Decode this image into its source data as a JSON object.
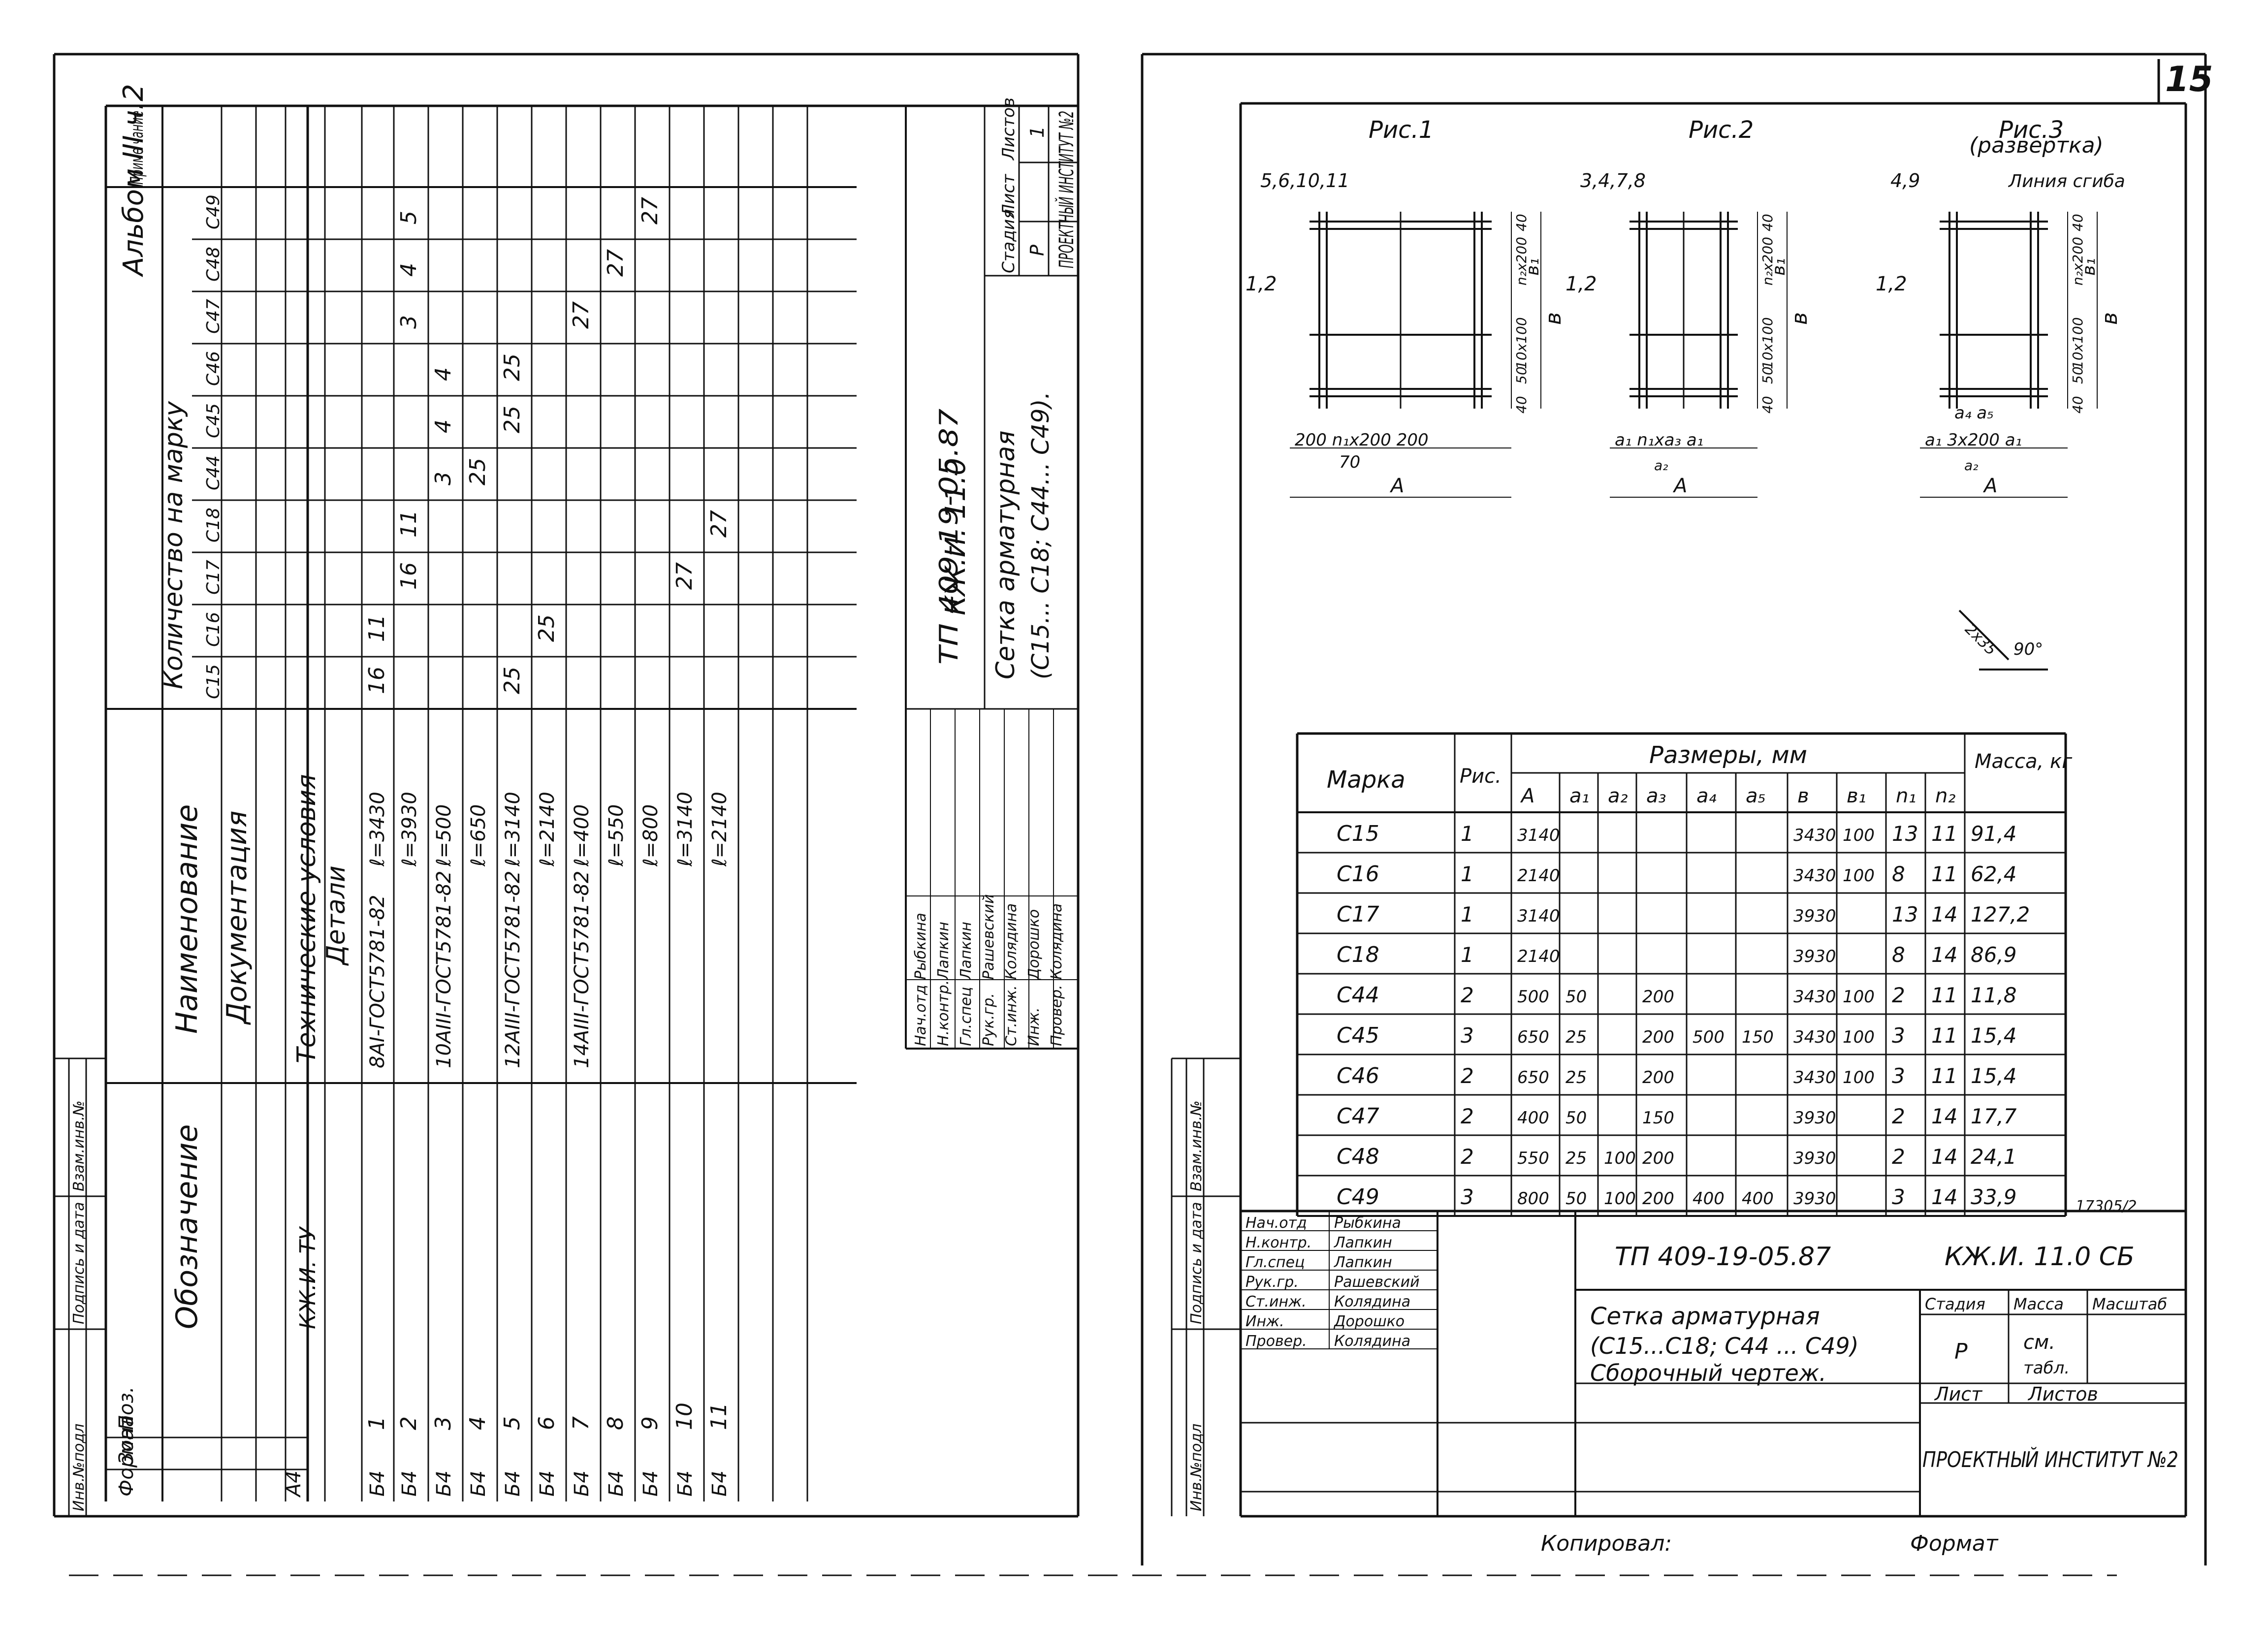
{
  "page_number": "15",
  "left_sheet": {
    "album": "Альбом III ч.2",
    "header": {
      "format": "Формат",
      "zone": "Зона",
      "pos": "Поз.",
      "designation": "Обозначение",
      "name": "Наименование",
      "qty": "Количество на марку",
      "note": "Приме чание"
    },
    "marks": [
      "С15",
      "С16",
      "С17",
      "С18",
      "С44",
      "С45",
      "С46",
      "С47",
      "С48",
      "С49"
    ],
    "sections": {
      "documentation": "Документация",
      "parts": "Детали"
    },
    "doc_row": {
      "format": "А4",
      "designation": "КЖ.И. ТУ",
      "name": "Технические условия"
    },
    "rows": [
      {
        "format": "Б4",
        "pos": "1",
        "name": "8АI-ГОСТ5781-82",
        "len": "ℓ=3430",
        "qty": [
          "16",
          "11",
          "",
          "",
          "",
          "",
          "",
          "",
          "",
          ""
        ]
      },
      {
        "format": "Б4",
        "pos": "2",
        "name": "",
        "len": "ℓ=3930",
        "qty": [
          "",
          "",
          "16",
          "11",
          "",
          "",
          "",
          "3",
          "4",
          "5"
        ]
      },
      {
        "format": "Б4",
        "pos": "3",
        "name": "10АIII-ГОСТ5781-82",
        "len": "ℓ=500",
        "qty": [
          "",
          "",
          "",
          "",
          "3",
          "4",
          "4",
          "",
          "",
          ""
        ]
      },
      {
        "format": "Б4",
        "pos": "4",
        "name": "",
        "len": "ℓ=650",
        "qty": [
          "",
          "",
          "",
          "",
          "25",
          "",
          "",
          "",
          "",
          ""
        ]
      },
      {
        "format": "Б4",
        "pos": "5",
        "name": "12АIII-ГОСТ5781-82",
        "len": "ℓ=3140",
        "qty": [
          "25",
          "",
          "",
          "",
          "",
          "25",
          "25",
          "",
          "",
          ""
        ]
      },
      {
        "format": "Б4",
        "pos": "6",
        "name": "",
        "len": "ℓ=2140",
        "qty": [
          "",
          "25",
          "",
          "",
          "",
          "",
          "",
          "",
          "",
          ""
        ]
      },
      {
        "format": "Б4",
        "pos": "7",
        "name": "14АIII-ГОСТ5781-82",
        "len": "ℓ=400",
        "qty": [
          "",
          "",
          "",
          "",
          "",
          "",
          "",
          "27",
          "",
          ""
        ]
      },
      {
        "format": "Б4",
        "pos": "8",
        "name": "",
        "len": "ℓ=550",
        "qty": [
          "",
          "",
          "",
          "",
          "",
          "",
          "",
          "",
          "27",
          ""
        ]
      },
      {
        "format": "Б4",
        "pos": "9",
        "name": "",
        "len": "ℓ=800",
        "qty": [
          "",
          "",
          "",
          "",
          "",
          "",
          "",
          "",
          "",
          "27"
        ]
      },
      {
        "format": "Б4",
        "pos": "10",
        "name": "",
        "len": "ℓ=3140",
        "qty": [
          "",
          "",
          "27",
          "",
          "",
          "",
          "",
          "",
          "",
          ""
        ]
      },
      {
        "format": "Б4",
        "pos": "11",
        "name": "",
        "len": "ℓ=2140",
        "qty": [
          "",
          "",
          "",
          "27",
          "",
          "",
          "",
          "",
          "",
          ""
        ]
      }
    ],
    "stamp": {
      "code": "КЖ.И. 11.0",
      "project": "ТП 409-19-05.87",
      "title": "Сетка арматурная",
      "title2": "(С15... С18; С44... С49).",
      "stage_h": "Стадия",
      "sheet_h": "Лист",
      "sheets_h": "Листов",
      "stage": "Р",
      "sheets": "1",
      "org": "ПРОЕКТНЫЙ ИНСТИТУТ №2",
      "people": [
        [
          "Нач.отд",
          "Рыбкина"
        ],
        [
          "Н.контр.",
          "Лапкин"
        ],
        [
          "Гл.спец",
          "Лапкин"
        ],
        [
          "Рук.гр.",
          "Рашевский"
        ],
        [
          "Ст.инж.",
          "Колядина"
        ],
        [
          "Инж.",
          "Дорошко"
        ],
        [
          "Провер.",
          "Колядина"
        ]
      ]
    },
    "side": [
      "Инв.№подл",
      "Подпись и дата",
      "Взам.инв.№"
    ]
  },
  "right_sheet": {
    "figures": {
      "fig1": {
        "title": "Рис.1",
        "pos_top": "5,6,10,11",
        "pos_left": "1,2",
        "a_label": "А",
        "bottom": "200  n₁x200  200",
        "offset": "70",
        "b": "в",
        "b1": "в₁",
        "dims": [
          "40",
          "n₂x200",
          "10x100",
          "50",
          "40"
        ]
      },
      "fig2": {
        "title": "Рис.2",
        "pos_top": "3,4,7,8",
        "pos_left": "1,2",
        "a_label": "А",
        "bottom": "a₁  n₁xa₃  a₁",
        "a2": "a₂",
        "b": "в",
        "b1": "в₁",
        "dims": [
          "40",
          "n₂x200",
          "10x100",
          "50",
          "40"
        ]
      },
      "fig3": {
        "title": "Рис.3",
        "subtitle": "(развертка)",
        "pos_top": "4,9",
        "bend": "Линия сгиба",
        "pos_left": "1,2",
        "a_label": "А",
        "bottom": "a₁ 3x200 a₁",
        "a45": "a₄  a₅",
        "a2": "a₂",
        "b": "в",
        "b1": "в₁",
        "dims": [
          "40",
          "n₂x200",
          "10x100",
          "50",
          "40"
        ]
      },
      "bend_detail": {
        "size": "2x35",
        "angle": "90°"
      }
    },
    "table": {
      "h_mark": "Марка",
      "h_fig": "Рис.",
      "h_sizes": "Размеры, мм",
      "h_mass": "Масса, кг",
      "cols": [
        "А",
        "a₁",
        "a₂",
        "a₃",
        "a₄",
        "a₅",
        "в",
        "в₁",
        "n₁",
        "n₂"
      ],
      "rows": [
        [
          "С15",
          "1",
          "3140",
          "",
          "",
          "",
          "",
          "",
          "3430",
          "100",
          "13",
          "11",
          "91,4"
        ],
        [
          "С16",
          "1",
          "2140",
          "",
          "",
          "",
          "",
          "",
          "3430",
          "100",
          "8",
          "11",
          "62,4"
        ],
        [
          "С17",
          "1",
          "3140",
          "",
          "",
          "",
          "",
          "",
          "3930",
          "",
          "13",
          "14",
          "127,2"
        ],
        [
          "С18",
          "1",
          "2140",
          "",
          "",
          "",
          "",
          "",
          "3930",
          "",
          "8",
          "14",
          "86,9"
        ],
        [
          "С44",
          "2",
          "500",
          "50",
          "",
          "200",
          "",
          "",
          "3430",
          "100",
          "2",
          "11",
          "11,8"
        ],
        [
          "С45",
          "3",
          "650",
          "25",
          "",
          "200",
          "500",
          "150",
          "3430",
          "100",
          "3",
          "11",
          "15,4"
        ],
        [
          "С46",
          "2",
          "650",
          "25",
          "",
          "200",
          "",
          "",
          "3430",
          "100",
          "3",
          "11",
          "15,4"
        ],
        [
          "С47",
          "2",
          "400",
          "50",
          "",
          "150",
          "",
          "",
          "3930",
          "",
          "2",
          "14",
          "17,7"
        ],
        [
          "С48",
          "2",
          "550",
          "25",
          "100",
          "200",
          "",
          "",
          "3930",
          "",
          "2",
          "14",
          "24,1"
        ],
        [
          "С49",
          "3",
          "800",
          "50",
          "100",
          "200",
          "400",
          "400",
          "3930",
          "",
          "3",
          "14",
          "33,9"
        ]
      ],
      "stamp_no": "17305/2"
    },
    "stamp": {
      "project": "ТП 409-19-05.87",
      "code": "КЖ.И. 11.0 СБ",
      "title": "Сетка арматурная",
      "title2": "(С15...С18; С44 ... С49)",
      "title3": "Сборочный чертеж.",
      "stage_h": "Стадия",
      "mass_h": "Масса",
      "scale_h": "Масштаб",
      "stage": "Р",
      "mass": "см.",
      "mass2": "табл.",
      "sheet_h": "Лист",
      "sheets_h": "Листов",
      "org": "ПРОЕКТНЫЙ ИНСТИТУТ №2",
      "people": [
        [
          "Нач.отд",
          "Рыбкина"
        ],
        [
          "Н.контр.",
          "Лапкин"
        ],
        [
          "Гл.спец",
          "Лапкин"
        ],
        [
          "Рук.гр.",
          "Рашевский"
        ],
        [
          "Ст.инж.",
          "Колядина"
        ],
        [
          "Инж.",
          "Дорошко"
        ],
        [
          "Провер.",
          "Колядина"
        ]
      ]
    },
    "side": [
      "Инв.№подл",
      "Подпись и дата",
      "Взам.инв.№"
    ],
    "footer": {
      "copied": "Копировал:",
      "format": "Формат"
    }
  }
}
